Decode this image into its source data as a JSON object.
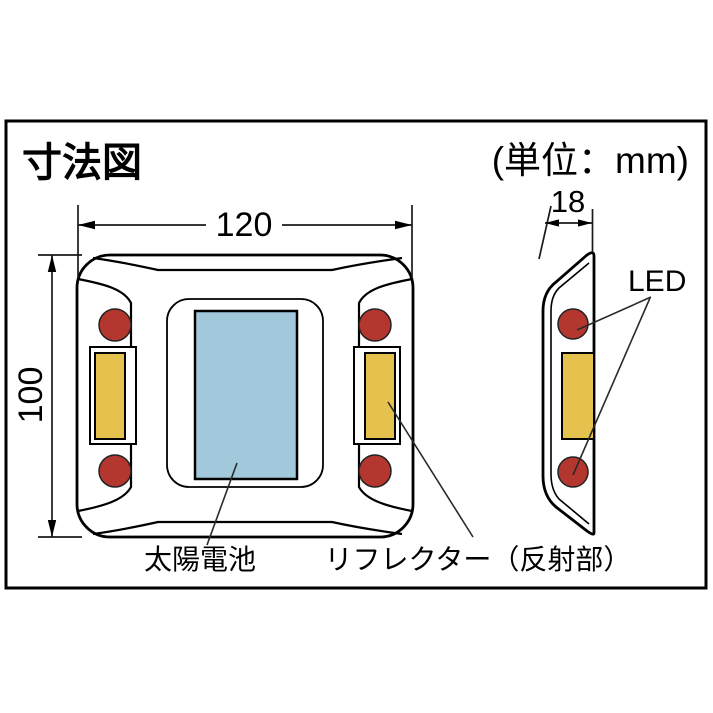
{
  "diagram": {
    "title": "寸法図",
    "unit_label": "(単位：mm)",
    "front_view": {
      "width_mm": "120",
      "height_mm": "100"
    },
    "side_view": {
      "thickness_mm": "18"
    },
    "labels": {
      "led": "LED",
      "solar_cell": "太陽電池",
      "reflector": "リフレクター（反射部）"
    },
    "colors": {
      "led_red": "#b4372f",
      "reflector_yellow": "#e5c24d",
      "solar_blue": "#a1c8db",
      "line_black": "#000000",
      "background_white": "#ffffff"
    }
  }
}
